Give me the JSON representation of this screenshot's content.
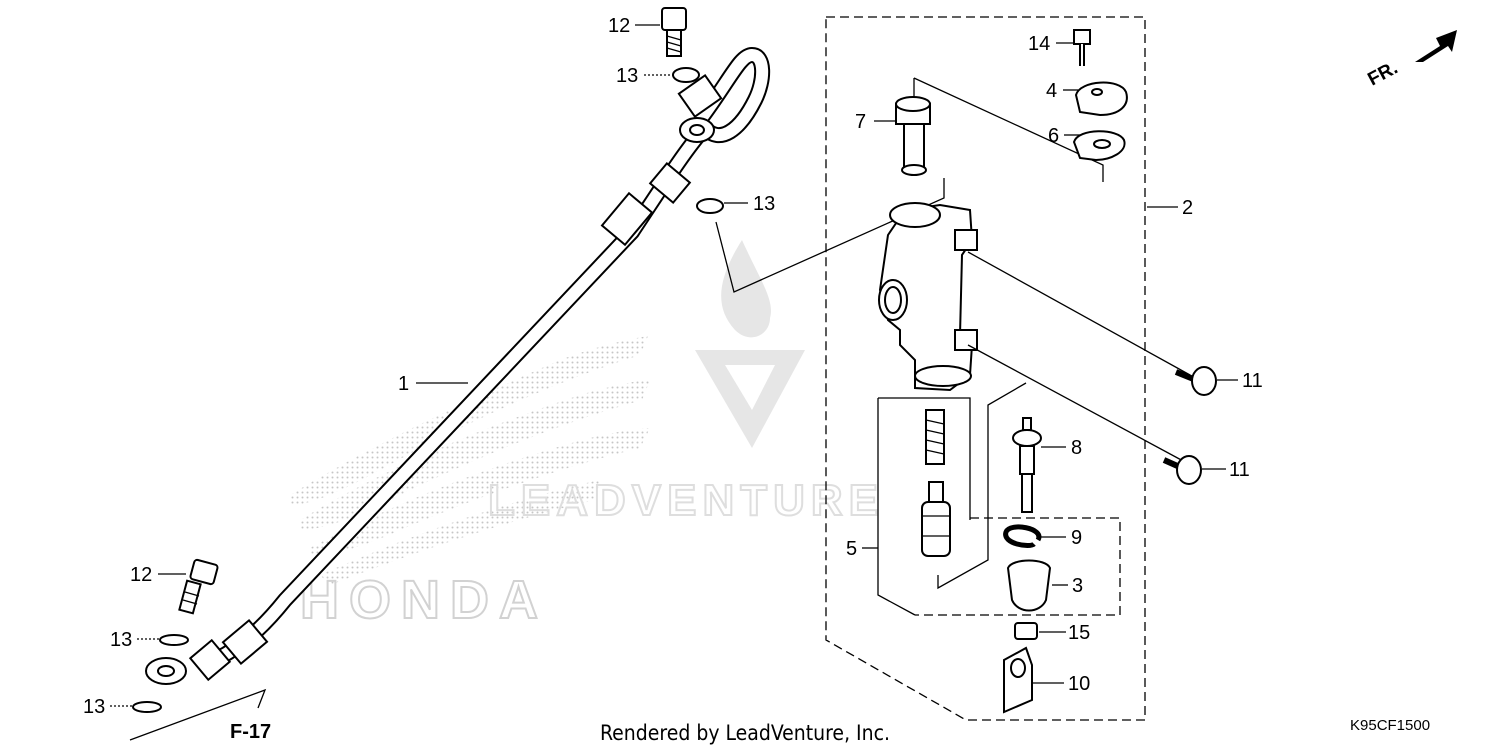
{
  "callouts": {
    "c1": "1",
    "c2": "2",
    "c3": "3",
    "c4": "4",
    "c5": "5",
    "c6": "6",
    "c7": "7",
    "c8": "8",
    "c9": "9",
    "c10": "10",
    "c11a": "11",
    "c11b": "11",
    "c12a": "12",
    "c12b": "12",
    "c13a": "13",
    "c13b": "13",
    "c13c": "13",
    "c13d": "13",
    "c14": "14",
    "c15": "15"
  },
  "direction": {
    "label": "FR."
  },
  "reference": {
    "label": "F-17"
  },
  "footer": {
    "rendered_by": "Rendered by LeadVenture, Inc.",
    "diagram_code": "K95CF1500"
  },
  "watermark": {
    "brand": "HONDA",
    "leadventure": "LEADVENTURE"
  }
}
